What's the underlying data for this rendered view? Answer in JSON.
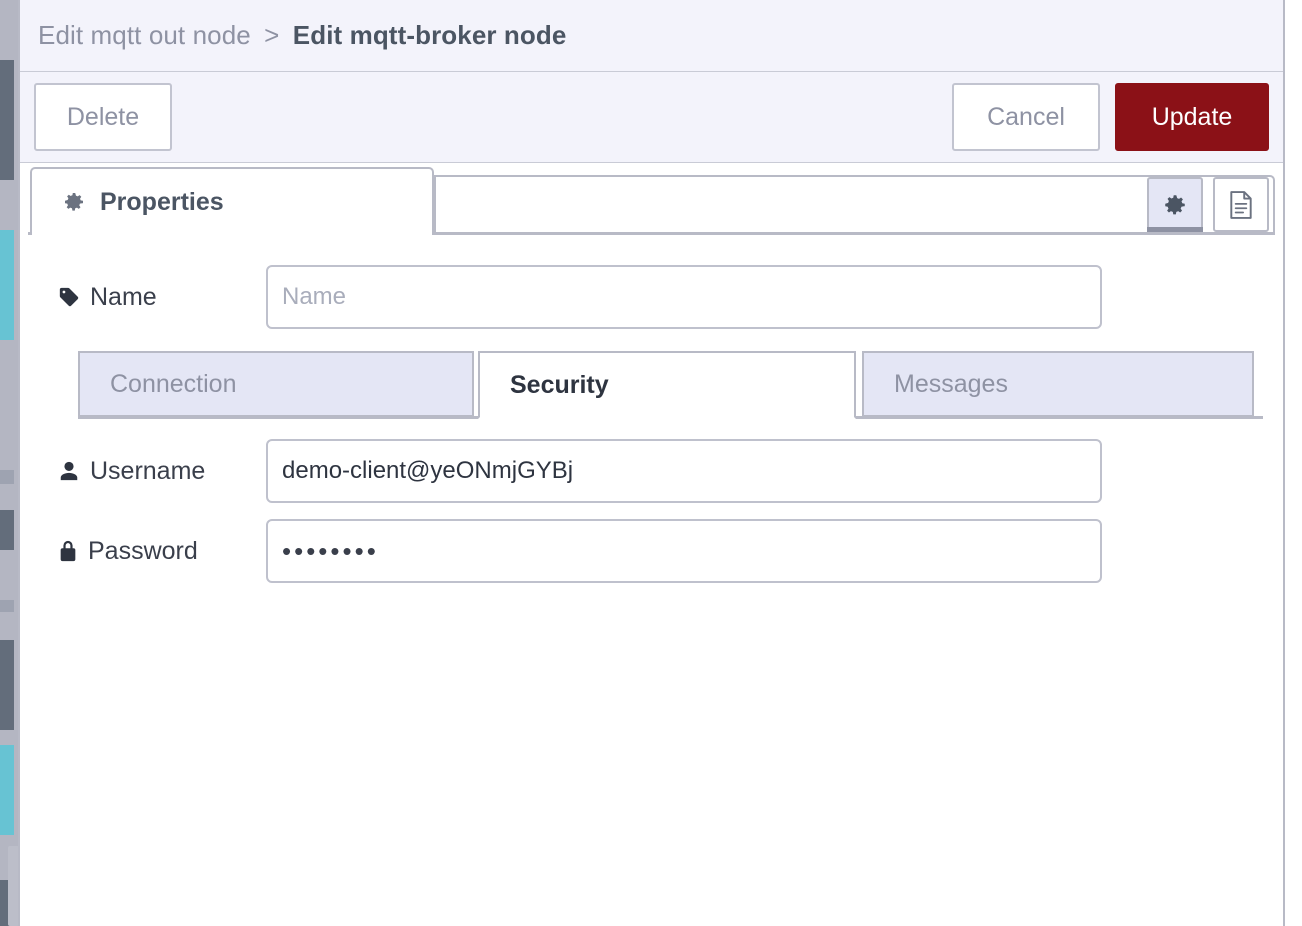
{
  "header": {
    "breadcrumb_parent": "Edit mqtt out node",
    "breadcrumb_separator": ">",
    "breadcrumb_current": "Edit mqtt-broker node"
  },
  "actions": {
    "delete_label": "Delete",
    "cancel_label": "Cancel",
    "update_label": "Update",
    "update_color": "#8b1117"
  },
  "tabs": {
    "main": [
      {
        "label": "Properties",
        "icon": "gear-icon",
        "active": true
      }
    ],
    "icon_buttons": [
      {
        "name": "gear-icon",
        "active": true
      },
      {
        "name": "description-icon",
        "active": false
      }
    ]
  },
  "form": {
    "name": {
      "label": "Name",
      "icon": "tag-icon",
      "value": "",
      "placeholder": "Name"
    },
    "subtabs": [
      {
        "label": "Connection",
        "active": false
      },
      {
        "label": "Security",
        "active": true
      },
      {
        "label": "Messages",
        "active": false
      }
    ],
    "username": {
      "label": "Username",
      "icon": "user-icon",
      "value": "demo-client@yeONmjGYBj",
      "placeholder": ""
    },
    "password": {
      "label": "Password",
      "icon": "lock-icon",
      "value": "••••••••",
      "masked_length": 8,
      "placeholder": ""
    }
  }
}
